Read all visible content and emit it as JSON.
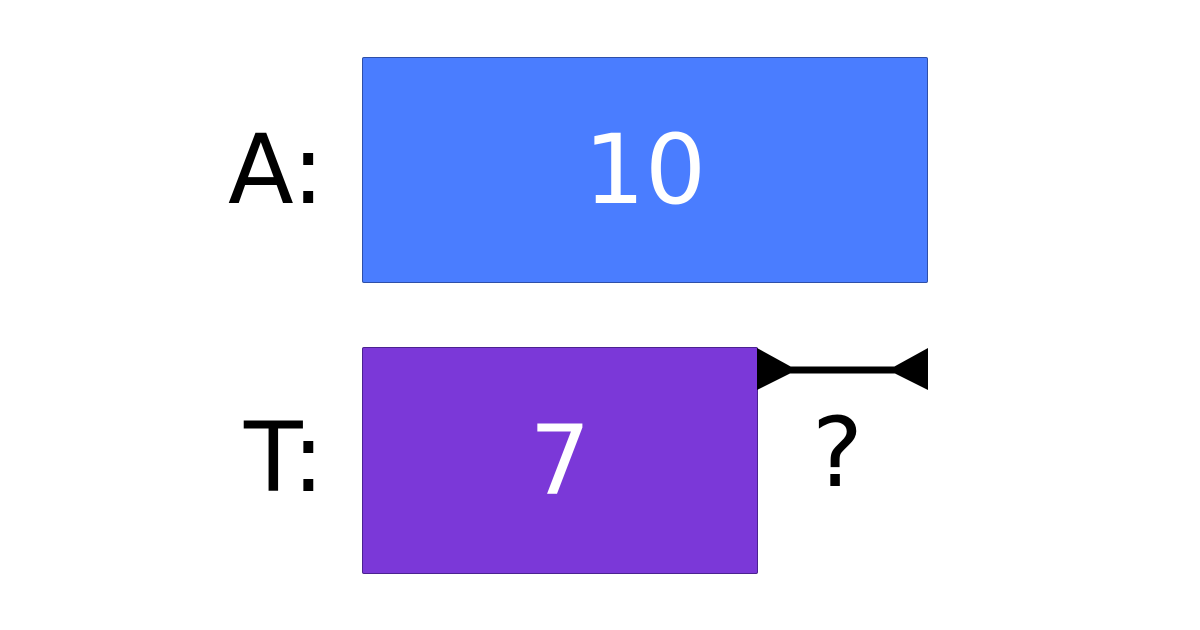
{
  "rows": [
    {
      "label": "A:",
      "value": "10",
      "color": "#4a7dff"
    },
    {
      "label": "T:",
      "value": "7",
      "color": "#7b38d8"
    }
  ],
  "unknown": "?"
}
